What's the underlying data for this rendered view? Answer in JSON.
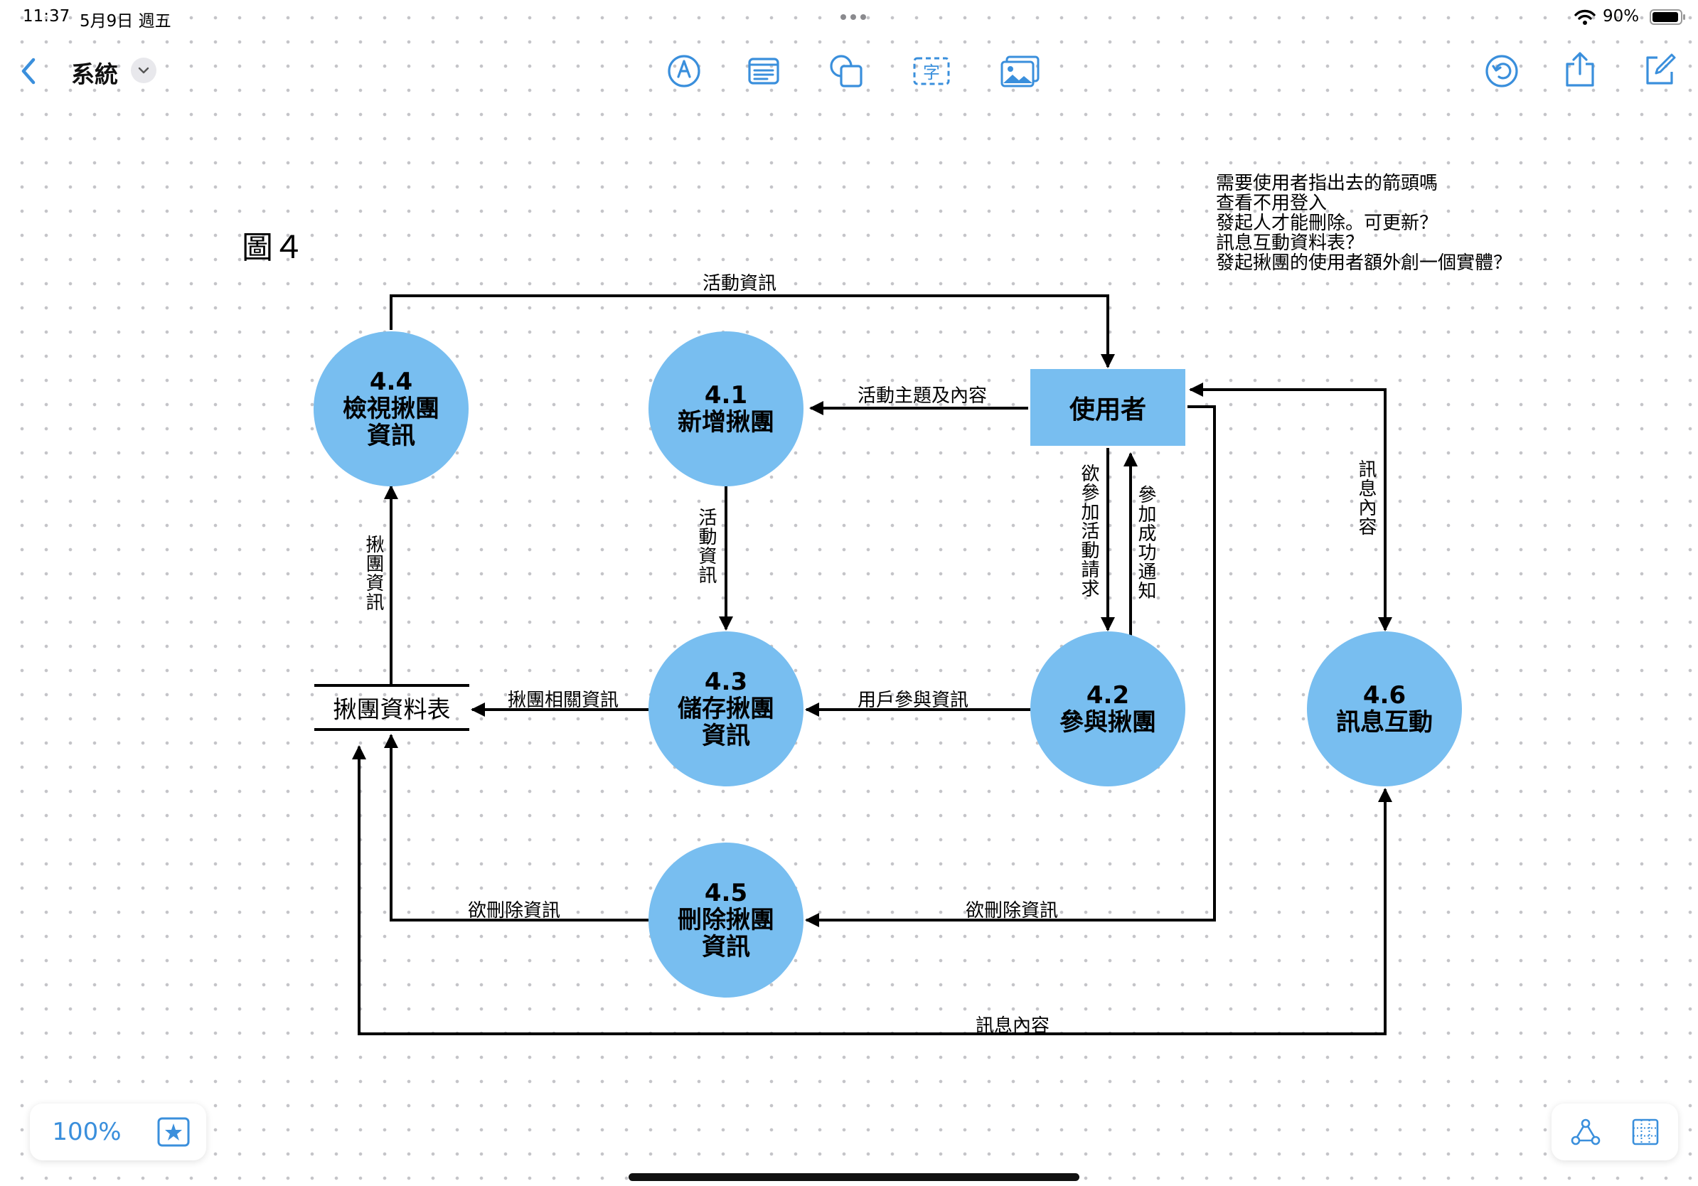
{
  "status": {
    "time": "11:37",
    "date": "5月9日 週五",
    "battery": "90%"
  },
  "toolbar": {
    "title": "系統",
    "accent_color": "#3a8fdc",
    "icons": [
      "back-chevron-icon",
      "pen-tool-icon",
      "sticky-note-icon",
      "shapes-icon",
      "text-box-icon",
      "media-icon",
      "undo-icon",
      "share-icon",
      "compose-icon"
    ]
  },
  "diagram": {
    "figure_title": "圖４",
    "notes": [
      "需要使用者指出去的箭頭嗎",
      "查看不用登入",
      "發起人才能刪除。可更新？",
      "訊息互動資料表？",
      "發起揪團的使用者額外創一個實體？"
    ],
    "node_color": "#78bef0",
    "processes": {
      "p41": {
        "id": "4.1",
        "lines": [
          "新增揪團"
        ]
      },
      "p42": {
        "id": "4.2",
        "lines": [
          "參與揪團"
        ]
      },
      "p43": {
        "id": "4.3",
        "lines": [
          "儲存揪團",
          "資訊"
        ]
      },
      "p44": {
        "id": "4.4",
        "lines": [
          "檢視揪團",
          "資訊"
        ]
      },
      "p45": {
        "id": "4.5",
        "lines": [
          "刪除揪團",
          "資訊"
        ]
      },
      "p46": {
        "id": "4.6",
        "lines": [
          "訊息互動"
        ]
      }
    },
    "entity": "使用者",
    "datastore": "揪團資料表",
    "flows": {
      "f_top": "活動資訊",
      "f_user_41": "活動主題及內容",
      "f_41_43": "活動資訊",
      "f_user_42": "欲參加活動請求",
      "f_42_user": "參加成功通知",
      "f_user_46": "訊息內容",
      "f_ds_44": "揪團資訊",
      "f_43_ds": "揪團相關資訊",
      "f_42_43": "用戶參與資訊",
      "f_45_ds": "欲刪除資訊",
      "f_user_45": "欲刪除資訊",
      "f_bottom": "訊息內容"
    }
  },
  "bottom": {
    "zoom": "100%"
  }
}
